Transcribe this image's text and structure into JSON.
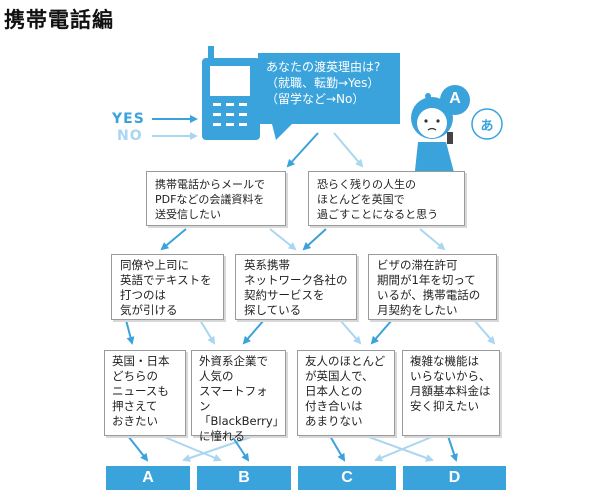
{
  "title": "携帯電話編",
  "question": "あなたの渡英理由は?\n（就職、転勤→Yes）\n（留学など→No）",
  "legend": {
    "yes": "YES",
    "no": "NO"
  },
  "character": {
    "bubble_a": "A",
    "bubble_b": "あ"
  },
  "colors": {
    "yes": "#3aa3dc",
    "no": "#a9d6f0",
    "border": "#9a9a9a"
  },
  "level1": [
    "携帯電話からメールで\nPDFなどの会議資料を\n送受信したい",
    "恐らく残りの人生の\nほとんどを英国で\n過ごすことになると思う"
  ],
  "level2": [
    "同僚や上司に\n英語でテキストを\n打つのは\n気が引ける",
    "英系携帯\nネットワーク各社の\n契約サービスを\n探している",
    "ビザの滞在許可\n期間が1年を切って\nいるが、携帯電話の\n月契約をしたい"
  ],
  "level3": [
    "英国・日本\nどちらの\nニュースも\n押さえて\nおきたい",
    "外資系企業で\n人気の\nスマートフォン\n「BlackBerry」\nに憧れる",
    "友人のほとんどが英国人で、\n日本人との\n付き合いは\nあまりない",
    "複雑な機能は\nいらないから、\n月額基本料金は\n安く抑えたい"
  ],
  "results": [
    "A",
    "B",
    "C",
    "D"
  ]
}
